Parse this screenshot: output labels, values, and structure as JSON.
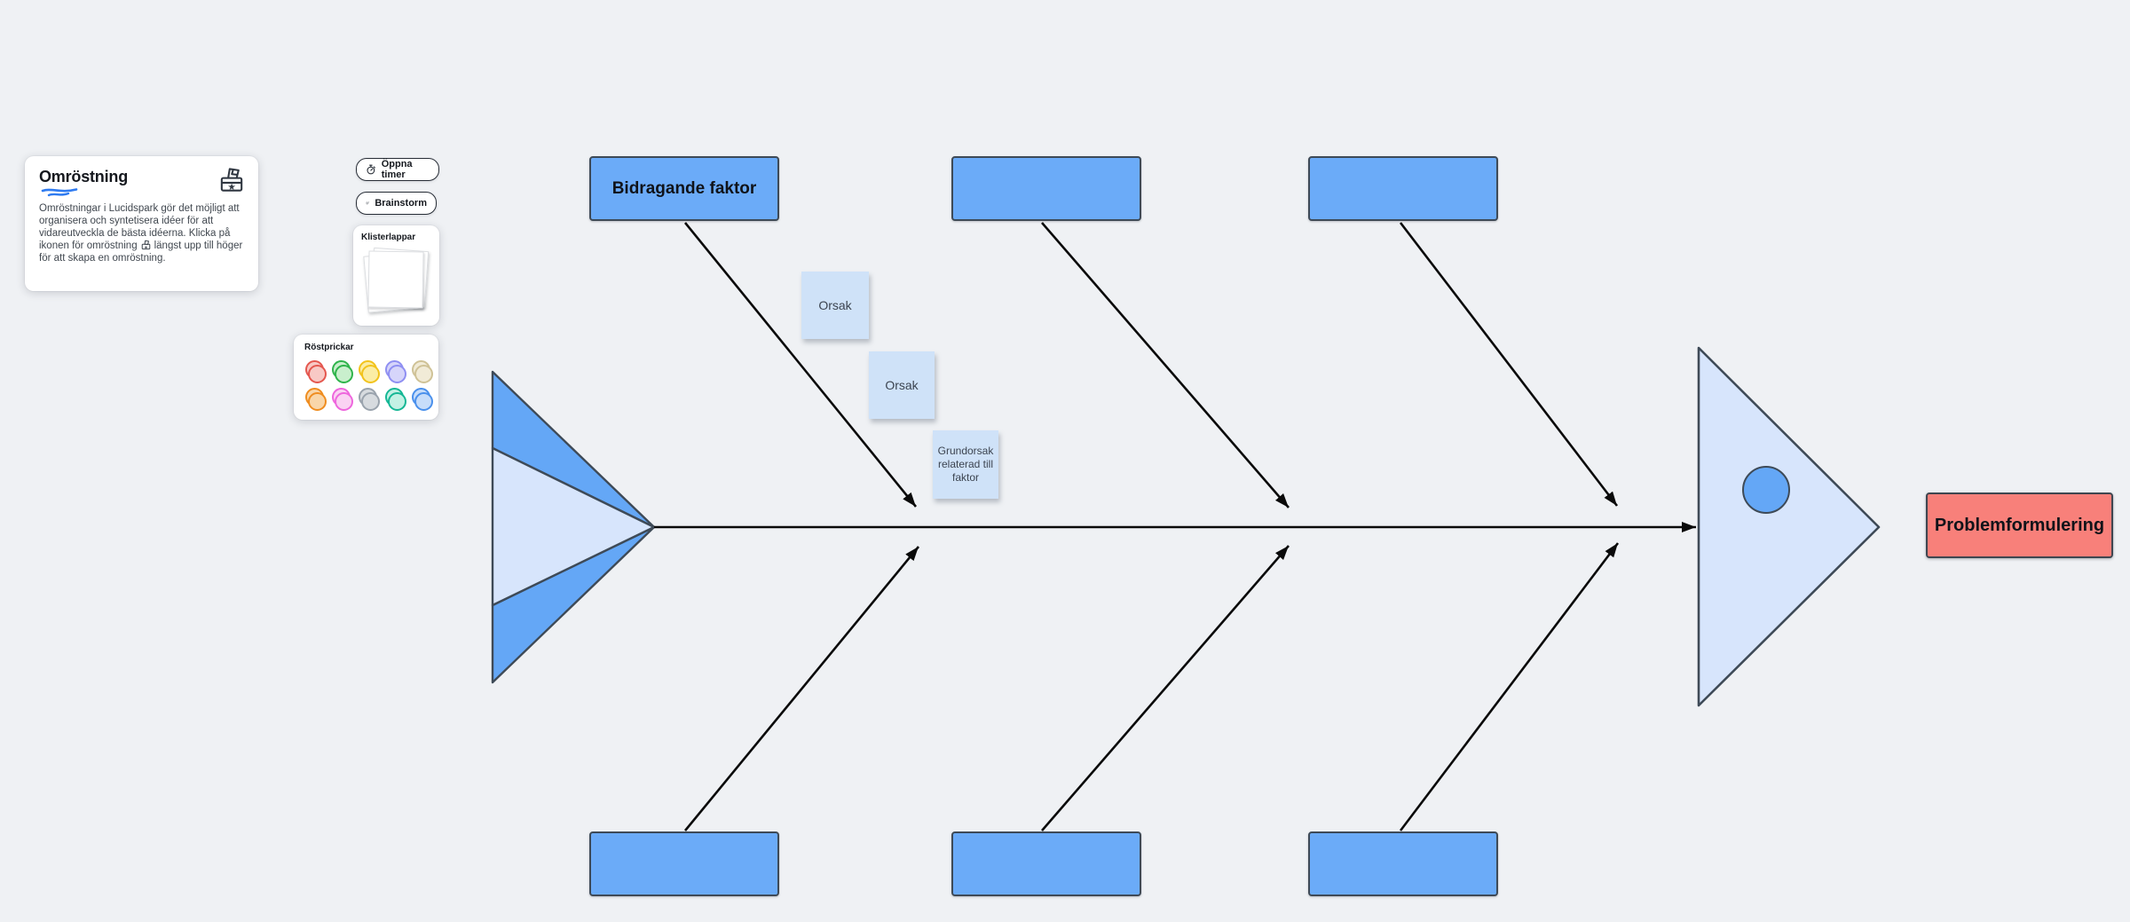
{
  "canvas": {
    "background": "#eff1f4"
  },
  "info_card": {
    "title": "Omröstning",
    "body_before": "Omröstningar i Lucidspark gör det möjligt att organisera och syntetisera idéer för att vidareutveckla de bästa idéerna. Klicka på ikonen för omröstning",
    "body_after": "längst upp till höger för att skapa en omröstning.",
    "title_underline_color": "#2f7bf0",
    "icon": "ballot-box-icon"
  },
  "buttons": {
    "open_timer": "Öppna timer",
    "brainstorm": "Brainstorm"
  },
  "sticky_notes_card": {
    "title": "Klisterlappar"
  },
  "vote_dots_card": {
    "title": "Röstprickar",
    "dots": [
      {
        "name": "red",
        "style": "background:#f8c9c5;border-color:#e4574f"
      },
      {
        "name": "green",
        "style": "background:#c9efcd;border-color:#30b44c"
      },
      {
        "name": "yellow",
        "style": "background:#fbeda5;border-color:#f2c31c"
      },
      {
        "name": "purple",
        "style": "background:#d6d5fa;border-color:#8f8ff2"
      },
      {
        "name": "beige",
        "style": "background:#f1ebd7;border-color:#cfc296"
      },
      {
        "name": "orange",
        "style": "background:#f9d6a9;border-color:#ef8d20"
      },
      {
        "name": "magenta",
        "style": "background:#fad2f3;border-color:#ee66dd"
      },
      {
        "name": "gray",
        "style": "background:#d7dbdf;border-color:#9aa3ad"
      },
      {
        "name": "teal",
        "style": "background:#c3f1e4;border-color:#15b795"
      },
      {
        "name": "blue",
        "style": "background:#c7ddfa;border-color:#4a90ec"
      }
    ]
  },
  "fishbone": {
    "top_boxes": [
      "Bidragande faktor",
      "",
      ""
    ],
    "bottom_boxes": [
      "",
      "",
      ""
    ],
    "notes": [
      "Orsak",
      "Orsak",
      "Grundorsak relaterad till faktor"
    ],
    "problem_label": "Problemformulering",
    "colors": {
      "category_fill": "#6babf8",
      "shape_border": "#3e4a57",
      "head_fill": "#d7e5fc",
      "fin_fill": "#64a7f6",
      "note_fill": "#cfe2f8",
      "problem_fill": "#f8807a",
      "connector": "#0a0a0a"
    }
  }
}
